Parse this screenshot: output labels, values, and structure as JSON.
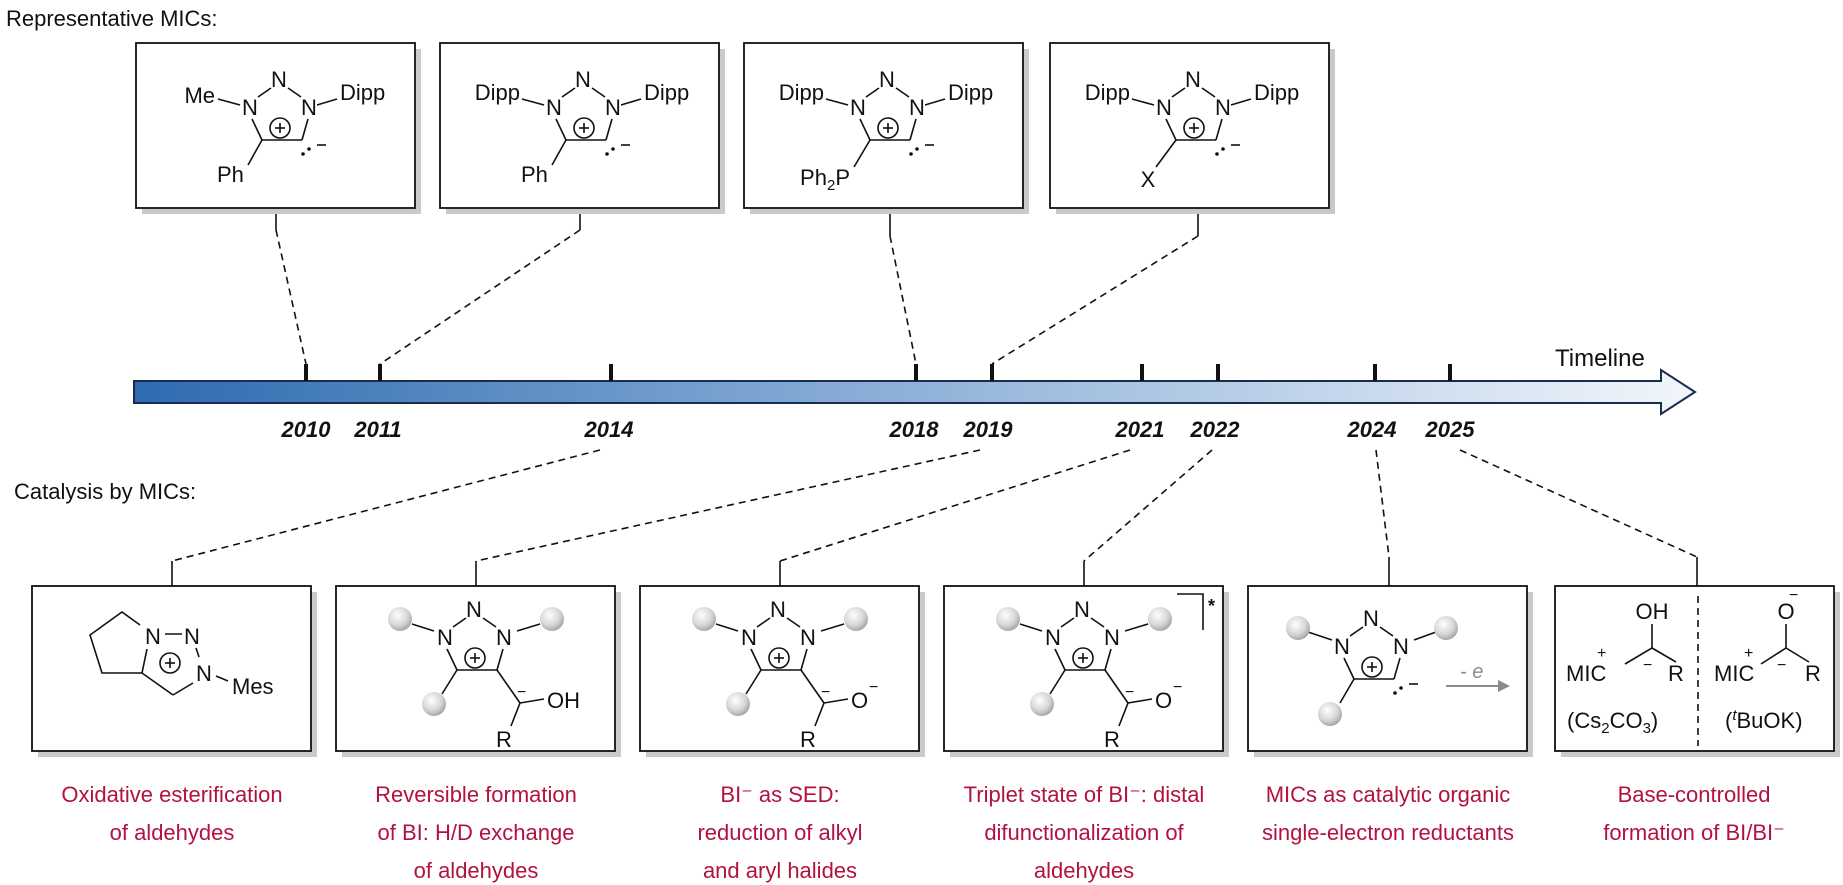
{
  "headings": {
    "representative": "Representative MICs:",
    "catalysis": "Catalysis by MICs:"
  },
  "timeline": {
    "label": "Timeline",
    "years": [
      "2010",
      "2011",
      "2014",
      "2018",
      "2019",
      "2021",
      "2022",
      "2024",
      "2025"
    ],
    "gradient_start": "#2e6bb0",
    "gradient_end": "#f2f6fb",
    "outline_color": "#1b2d4f"
  },
  "atoms": {
    "N": "N",
    "minus": "−",
    "R": "R",
    "OH": "OH",
    "O": "O",
    "star": "*"
  },
  "representative_mics": [
    {
      "year": "2010",
      "left_sub": "Me",
      "right_sub": "Dipp",
      "c4_sub": "Ph"
    },
    {
      "year": "2011",
      "left_sub": "Dipp",
      "right_sub": "Dipp",
      "c4_sub": "Ph"
    },
    {
      "year": "2018",
      "left_sub": "Dipp",
      "right_sub": "Dipp",
      "c4_sub_main": "Ph",
      "c4_sub_index": "2",
      "c4_sub_end": "P"
    },
    {
      "year": "2019",
      "left_sub": "Dipp",
      "right_sub": "Dipp",
      "c4_sub": "X"
    }
  ],
  "catalysis": [
    {
      "year": "2014",
      "substituent": "Mes",
      "caption": [
        "Oxidative esterification",
        "of aldehydes"
      ]
    },
    {
      "year": "2019",
      "caption": [
        "Reversible formation",
        "of BI: H/D exchange",
        "of aldehydes"
      ]
    },
    {
      "year": "2021",
      "caption": [
        "BI⁻ as SED:",
        "reduction of alkyl",
        "and aryl halides"
      ]
    },
    {
      "year": "2022",
      "caption": [
        "Triplet state of BI⁻: distal",
        "difunctionalization of",
        "aldehydes"
      ]
    },
    {
      "year": "2024",
      "arrow_label": "- e",
      "caption": [
        "MICs as catalytic organic",
        "single-electron reductants"
      ]
    },
    {
      "year": "2025",
      "left": {
        "top": "OH",
        "mic": "MIC",
        "plus": "+",
        "r": "R",
        "base_open": "(Cs",
        "base_sub1": "2",
        "base_mid": "CO",
        "base_sub2": "3",
        "base_close": ")"
      },
      "right": {
        "top": "O",
        "mic": "MIC",
        "plus": "+",
        "r": "R",
        "base_open": "(",
        "base_sup": "t",
        "base_rest": "BuOK)"
      },
      "caption": [
        "Base-controlled",
        "formation of BI/BI⁻"
      ]
    }
  ],
  "colors": {
    "caption": "#b3123e",
    "ball": "#d4d4d4",
    "arrow": "#8a8a8a"
  }
}
